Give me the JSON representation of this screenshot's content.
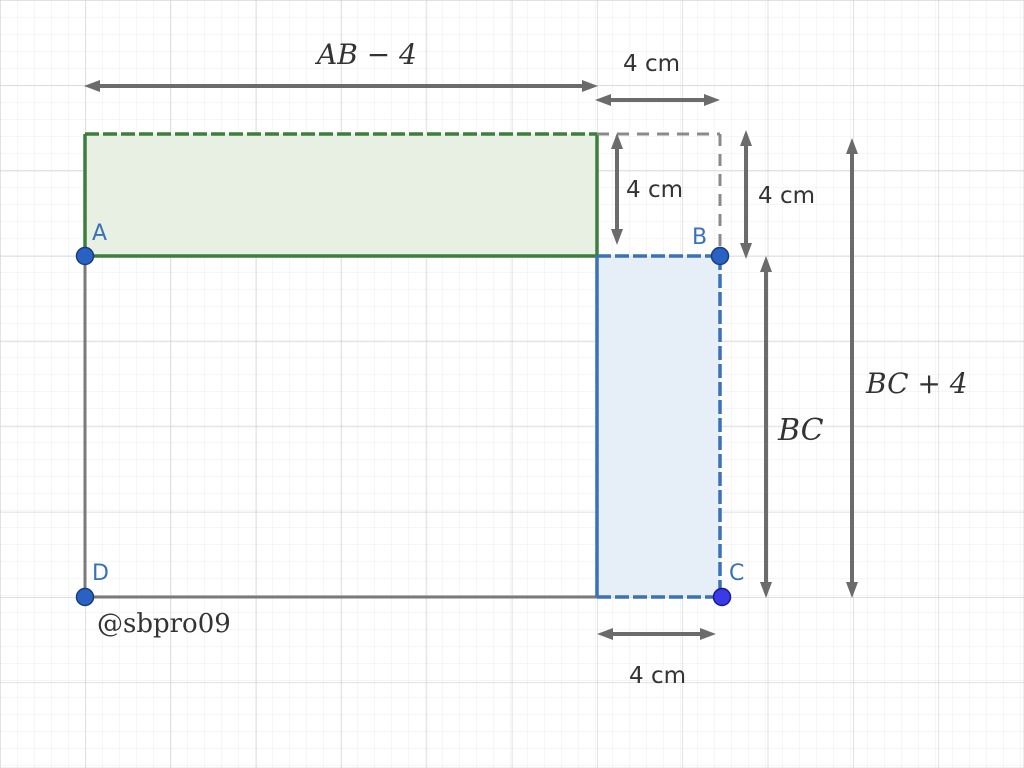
{
  "points": {
    "A": "A",
    "B": "B",
    "C": "C",
    "D": "D"
  },
  "labels": {
    "top_length": "AB − 4",
    "top_right_width": "4 cm",
    "inner_vertical": "4 cm",
    "outer_vertical": "4 cm",
    "bc": "BC",
    "bc_plus_4": "BC + 4",
    "bottom_width": "4 cm",
    "watermark": "@sbpro09"
  },
  "colors": {
    "green_stroke": "#3d7e3d",
    "green_fill": "#e8f0e4",
    "blue_stroke": "#3a72b8",
    "blue_fill": "#e6eef8",
    "point_fill": "#2a62c4",
    "point_c_fill": "#3a3ae8",
    "point_label": "#3a72b8",
    "arrow": "#6b6b6b",
    "rect_outline": "#7a7a7a"
  }
}
